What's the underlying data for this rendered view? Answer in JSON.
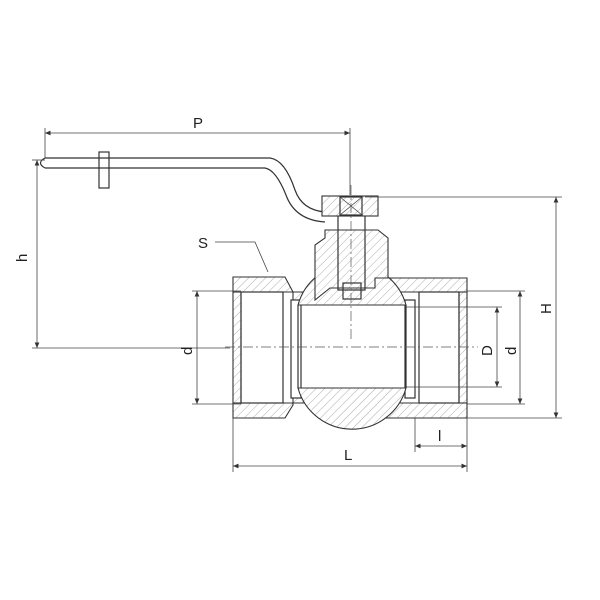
{
  "drawing": {
    "title": "Ball valve dimension drawing",
    "labels": {
      "P": "P",
      "h": "h",
      "S": "S",
      "d_left": "d",
      "D": "D",
      "d_right": "d",
      "H": "H",
      "l": "l",
      "L": "L"
    },
    "line_color": "#333333",
    "background": "#ffffff"
  }
}
